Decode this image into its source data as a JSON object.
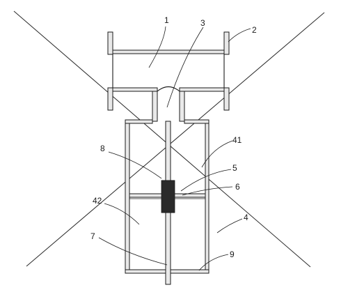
{
  "labels": {
    "l1": "1",
    "l2": "2",
    "l3": "3",
    "l41": "41",
    "l8": "8",
    "l5": "5",
    "l6": "6",
    "l42": "42",
    "l4": "4",
    "l7": "7",
    "l9": "9"
  }
}
